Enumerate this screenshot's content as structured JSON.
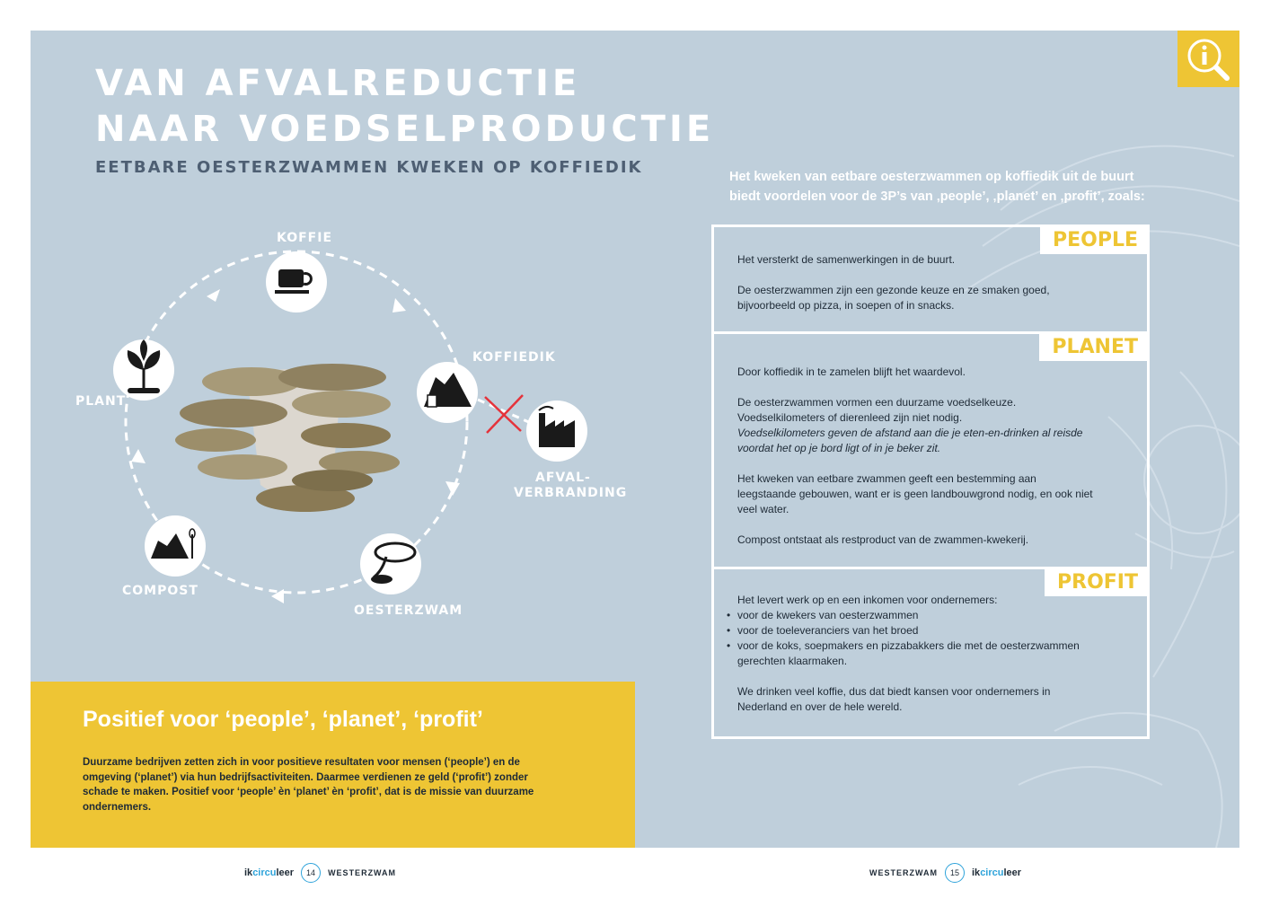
{
  "title_line1": "VAN AFVALREDUCTIE",
  "title_line2": "NAAR VOEDSELPRODUCTIE",
  "subtitle": "EETBARE OESTERZWAMMEN KWEKEN OP KOFFIEDIK",
  "cycle": {
    "koffie": "KOFFIE",
    "koffiedik": "KOFFIEDIK",
    "afval_line1": "AFVAL-",
    "afval_line2": "VERBRANDING",
    "oesterzwam": "OESTERZWAM",
    "compost": "COMPOST",
    "plant": "PLANT"
  },
  "intro": "Het kweken van eetbare oesterzwammen op koffiedik uit de buurt biedt voordelen voor de 3P’s van ‚people’, ‚planet’ en ‚profit’, zoals:",
  "people": {
    "tag": "PEOPLE",
    "p1": "Het versterkt de samenwerkingen in de buurt.",
    "p2": "De oesterzwammen zijn een gezonde keuze en ze smaken goed, bijvoorbeeld op pizza, in soepen of in snacks."
  },
  "planet": {
    "tag": "PLANET",
    "p1": "Door koffiedik in te zamelen blijft het waardevol.",
    "p2": "De oesterzwammen vormen een duurzame voedselkeuze. Voedselkilometers of dierenleed zijn niet nodig.",
    "p2_italic": "Voedselkilometers geven de afstand aan die je eten-en-drinken al reisde voordat het op je bord ligt of in je beker zit.",
    "p3": "Het kweken van eetbare zwammen geeft een bestemming aan leegstaande gebouwen, want er is geen landbouwgrond nodig, en ook niet veel water.",
    "p4": "Compost ontstaat als restproduct van de zwammen-kwekerij."
  },
  "profit": {
    "tag": "PROFIT",
    "p1": "Het levert werk op en een inkomen voor ondernemers:",
    "bullets": [
      "voor de kwekers van oesterzwammen",
      "voor de toeleveranciers van het broed",
      "voor de koks, soepmakers en pizzabakkers die met de oesterzwammen gerechten klaarmaken."
    ],
    "p2": "We drinken veel koffie, dus dat biedt kansen voor ondernemers in Nederland en over de hele wereld."
  },
  "yellow_box": {
    "heading": "Positief voor ‘people’, ‘planet’, ‘profit’",
    "body": "Duurzame bedrijven zetten zich in voor positieve resultaten voor mensen (‘people’) en de omgeving (‘planet’) via hun bedrijfsactiviteiten. Daarmee verdienen ze geld (‘profit’) zonder schade te maken. Positief voor ‘people’ èn ‘planet’ èn ‘profit’, dat is de missie van duurzame ondernemers."
  },
  "footer_left": {
    "brand_a": "ik",
    "brand_b": "circu",
    "brand_c": "leer",
    "page": "14",
    "title": "WESTERZWAM"
  },
  "footer_right": {
    "brand_a": "ik",
    "brand_b": "circu",
    "brand_c": "leer",
    "page": "15",
    "title": "WESTERZWAM"
  },
  "colors": {
    "background": "#bfcfdb",
    "accent_yellow": "#eec534",
    "brand_blue": "#2ea3da",
    "cross_red": "#e5333b"
  }
}
